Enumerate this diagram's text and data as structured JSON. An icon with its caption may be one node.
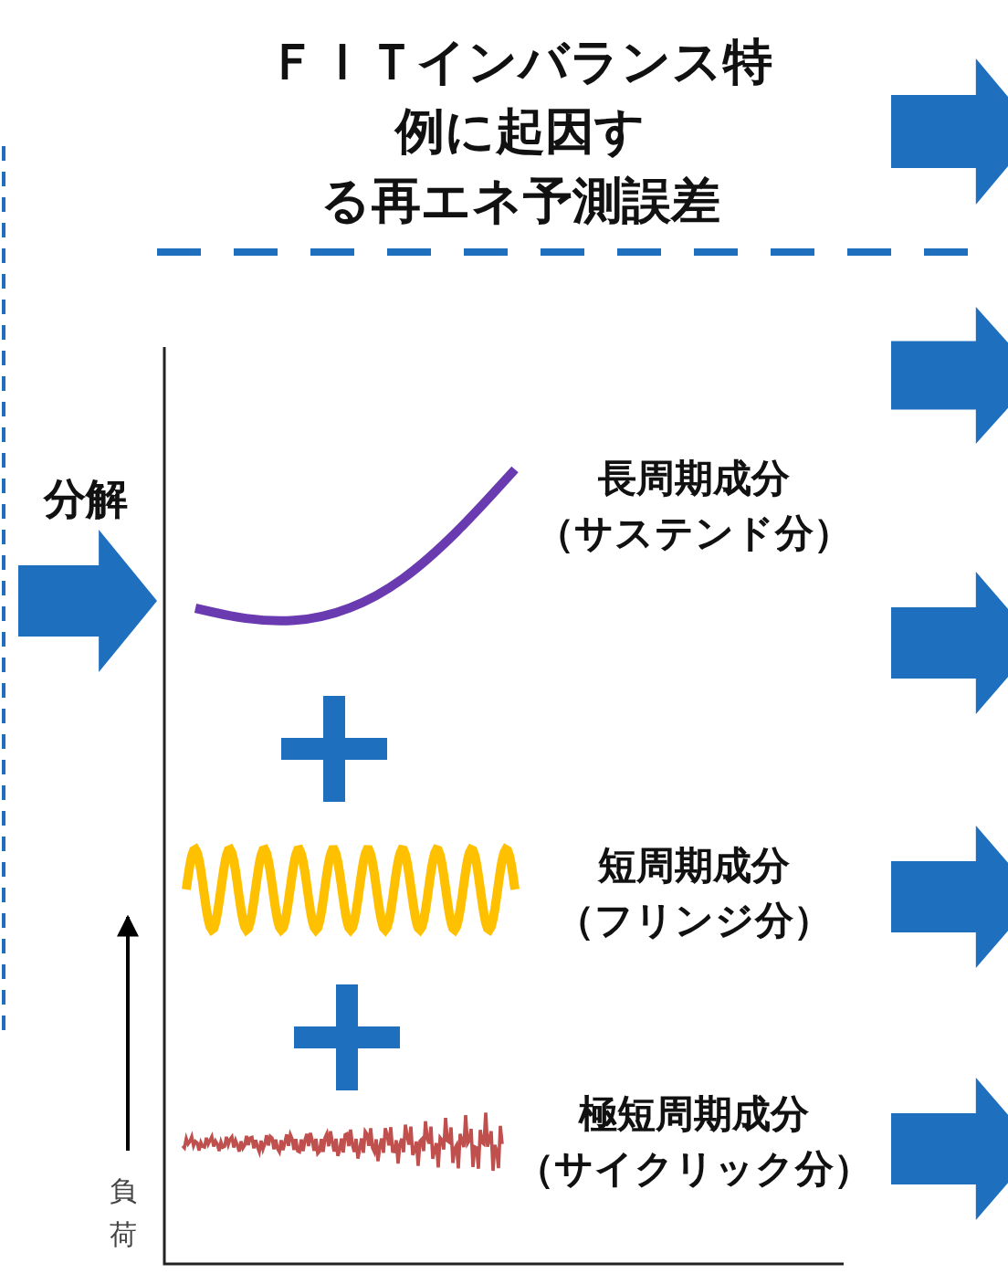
{
  "diagram": {
    "title": "ＦＩＴインバランス特例に起因する再エネ予測誤差",
    "labels": [
      "分解",
      "長周期成分",
      "（サステンド分）",
      "短周期成分",
      "（フリンジ分）",
      "極短周期成分",
      "（サイクリック分）",
      "負荷"
    ]
  }
}
